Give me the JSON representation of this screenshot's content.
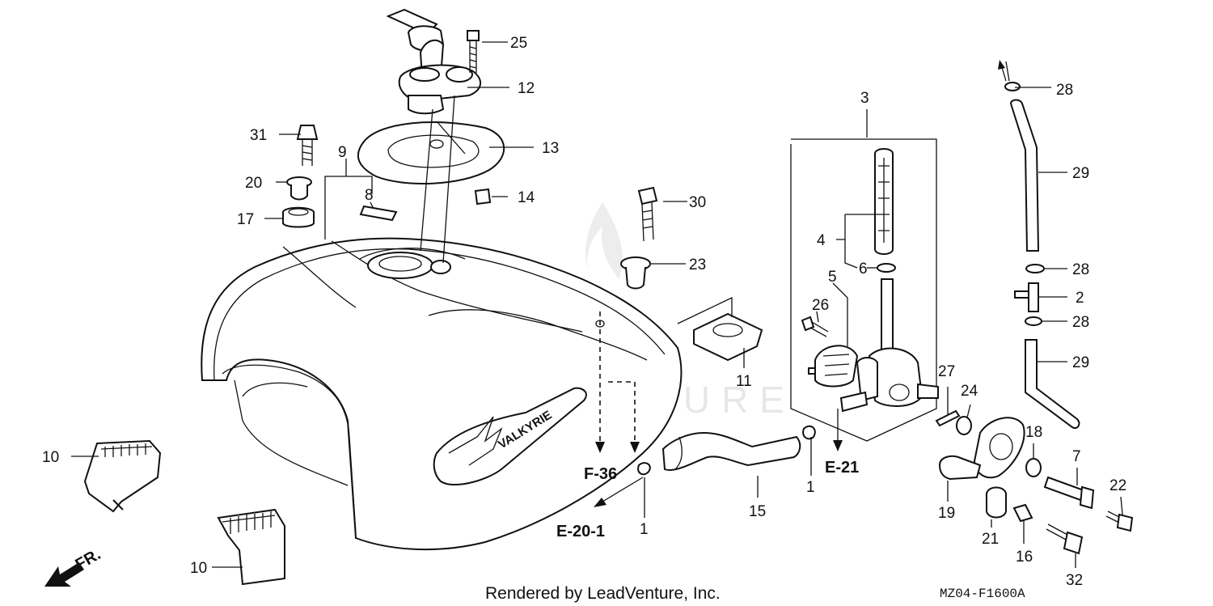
{
  "diagram": {
    "callouts": {
      "c1a": "1",
      "c1b": "1",
      "c2": "2",
      "c3": "3",
      "c4": "4",
      "c5": "5",
      "c6": "6",
      "c7": "7",
      "c8": "8",
      "c9": "9",
      "c10a": "10",
      "c10b": "10",
      "c11": "11",
      "c12": "12",
      "c13": "13",
      "c14": "14",
      "c15": "15",
      "c16": "16",
      "c17": "17",
      "c18": "18",
      "c19": "19",
      "c20": "20",
      "c21": "21",
      "c22": "22",
      "c23": "23",
      "c24": "24",
      "c25": "25",
      "c26": "26",
      "c27": "27",
      "c28a": "28",
      "c28b": "28",
      "c28c": "28",
      "c29a": "29",
      "c29b": "29",
      "c30": "30",
      "c31": "31",
      "c32": "32"
    },
    "refs": {
      "f36": "F-36",
      "e20_1": "E-20-1",
      "e21": "E-21",
      "fr": "FR."
    },
    "emblem_text": "VALKYRIE",
    "watermark": "LEADVENTURE",
    "footer": "Rendered by LeadVenture, Inc.",
    "drawing_code": "MZ04-F1600A"
  }
}
